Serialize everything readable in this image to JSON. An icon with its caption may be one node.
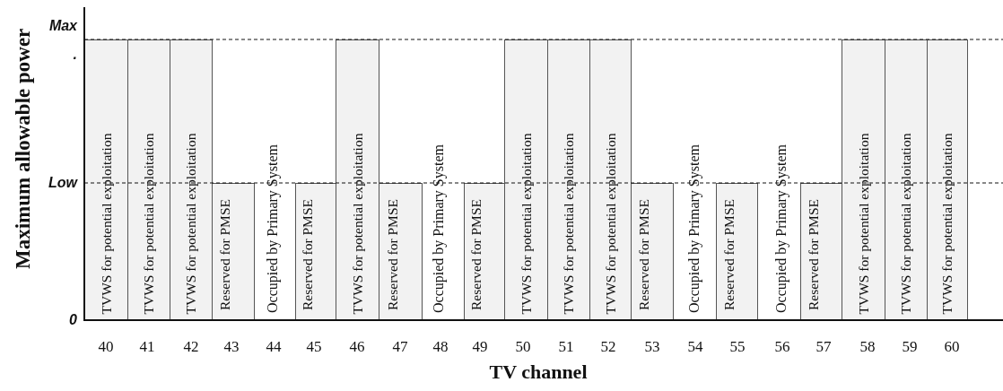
{
  "diagram": {
    "nodes": [
      {
        "text": [
          "TVWS for potential exploitation"
        ]
      },
      {
        "text": [
          "TVWS for potential exploitation"
        ]
      },
      {
        "text": [
          "TVWS for potential exploitation"
        ]
      },
      {
        "text": [
          "Reserved for PMSE"
        ]
      },
      {
        "text": [
          "Reserved for PMSE"
        ]
      },
      {
        "text": [
          "TVWS for potential exploitation"
        ]
      },
      {
        "text": [
          "Reserved for PMSE"
        ]
      },
      {
        "text": [
          "Reserved for PMSE"
        ]
      },
      {
        "text": [
          "TVWS for potential exploitation"
        ]
      },
      {
        "text": [
          "TVWS for potential exploitation"
        ]
      },
      {
        "text": [
          "TVWS for potential exploitation"
        ]
      },
      {
        "text": [
          "Reserved for PMSE"
        ]
      },
      {
        "text": [
          "Reserved for PMSE"
        ]
      },
      {
        "text": [
          "Reserved for PMSE"
        ]
      },
      {
        "text": [
          "TVWS for potential exploitation"
        ]
      },
      {
        "text": [
          "TVWS for potential exploitation"
        ]
      },
      {
        "text": [
          "TVWS for potential exploitation"
        ]
      }
    ],
    "edges": [],
    "labels": [
      "Maximum allowable power",
      "Max",
      ".",
      "Low",
      "0",
      "Occupied by Primary System",
      "Occupied by Primary System",
      "Occupied by Primary System",
      "Occupied by Primary System",
      "40",
      "41",
      "42",
      "43",
      "44",
      "45",
      "46",
      "47",
      "48",
      "49",
      "50",
      "51",
      "52",
      "53",
      "54",
      "55",
      "56",
      "57",
      "58",
      "59",
      "60",
      "TV channel"
    ]
  }
}
